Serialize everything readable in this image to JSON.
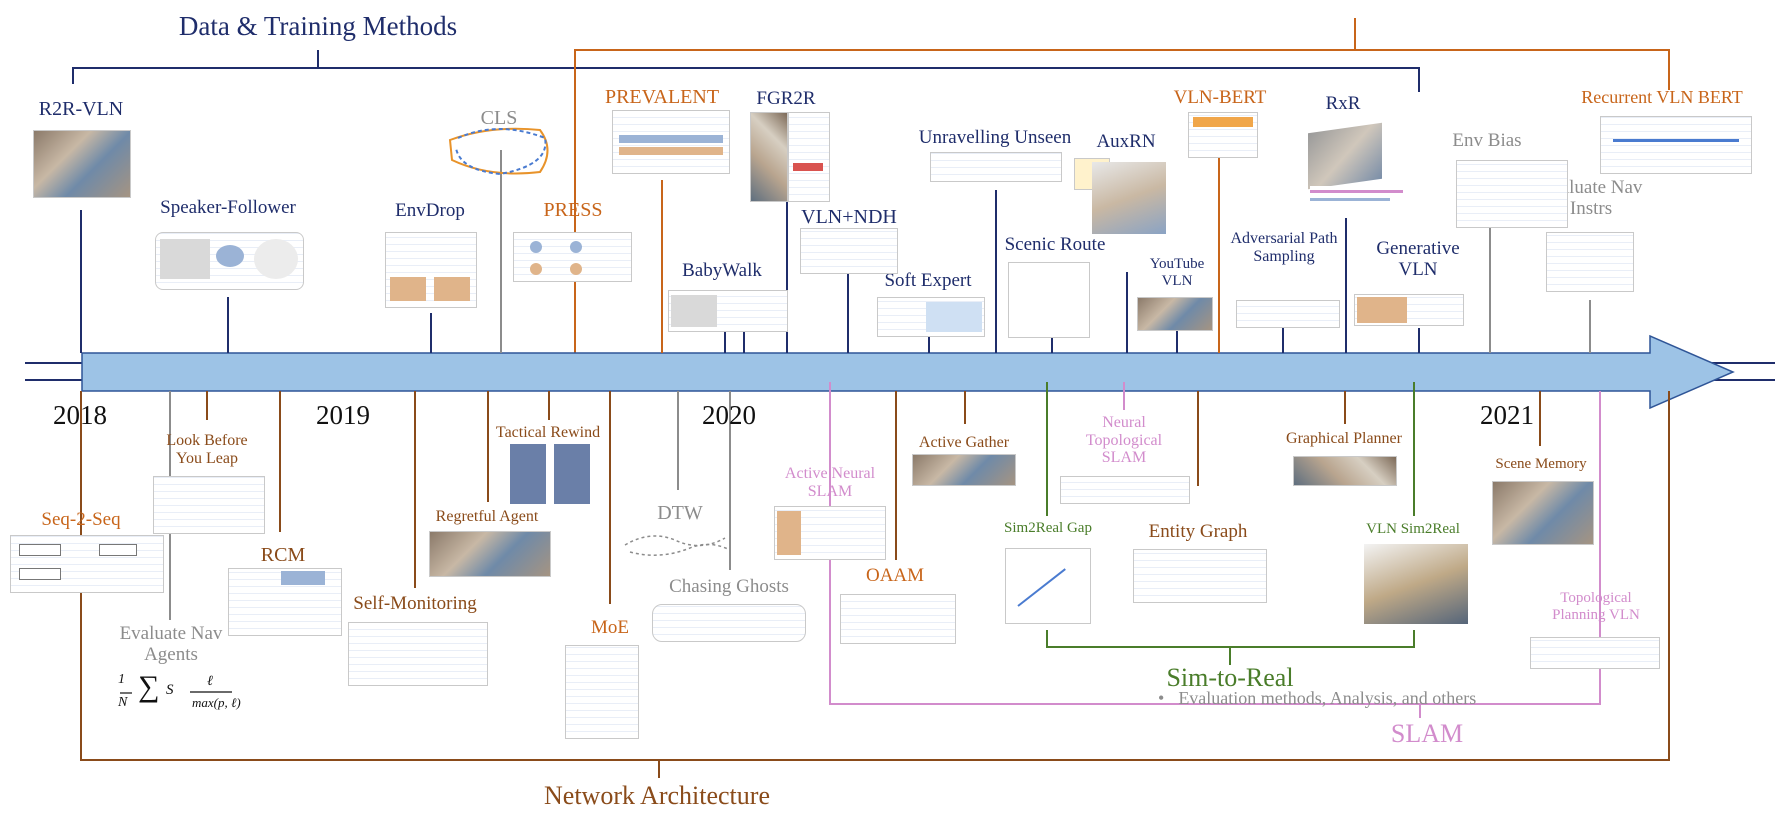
{
  "groups": {
    "data_training": "Data & Training Methods",
    "network_architecture": "Network Architecture",
    "sim_to_real": "Sim-to-Real",
    "slam": "SLAM"
  },
  "legend": {
    "text": "Evaluation methods, Analysis, and others"
  },
  "years": [
    "2018",
    "2019",
    "2020",
    "2021"
  ],
  "papers_above": [
    "R2R-VLN",
    "Speaker-Follower",
    "EnvDrop",
    "CLS",
    "PRESS",
    "PREVALENT",
    "FGR2R",
    "BabyWalk",
    "VLN+NDH",
    "Soft Expert",
    "Unravelling Unseen",
    "Scenic Route",
    "AuxRN",
    "YouTube VLN",
    "VLN-BERT",
    "Adversarial Path Sampling",
    "RxR",
    "Generative VLN",
    "Env Bias",
    "Evaluate Nav Instrs",
    "Recurrent VLN BERT"
  ],
  "papers_below": [
    "Seq-2-Seq",
    "Look Before You Leap",
    "Evaluate Nav Agents",
    "RCM",
    "Self-Monitoring",
    "Regretful Agent",
    "Tactical Rewind",
    "MoE",
    "DTW",
    "Chasing Ghosts",
    "Active Neural SLAM",
    "OAAM",
    "Active Gather",
    "Neural Topological SLAM",
    "Sim2Real Gap",
    "Entity Graph",
    "Graphical Planner",
    "VLN Sim2Real",
    "Scene Memory",
    "Topological Planning VLN"
  ],
  "colors": {
    "data_training": "#1f2d6b",
    "network_architecture": "#8a4b1a",
    "orange_bracket": "#c8651a",
    "sim_to_real": "#4a7d2a",
    "slam": "#d28ccc",
    "evaluation": "#8c8c8c",
    "timeline_fill": "#9dc3e6",
    "timeline_edge": "#1f2d6b"
  }
}
